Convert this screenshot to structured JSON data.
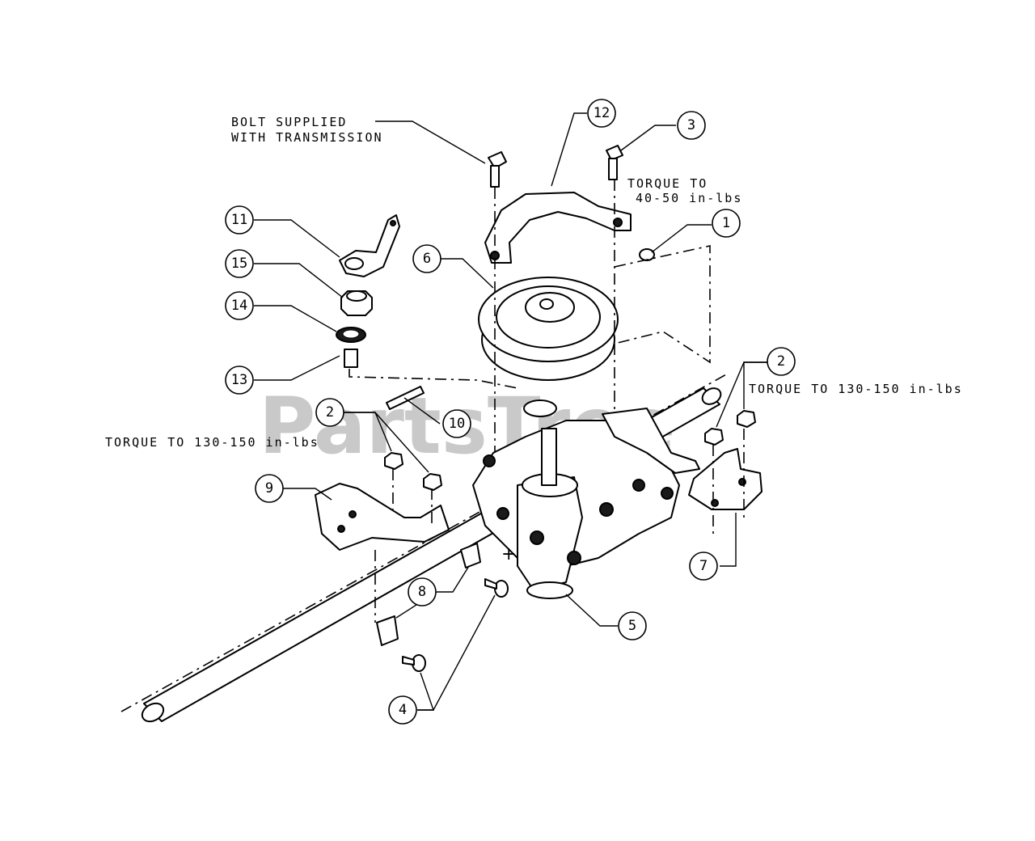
{
  "notes": {
    "bolt_line1": "BOLT SUPPLIED",
    "bolt_line2": "WITH TRANSMISSION",
    "torque_a_line1": "TORQUE TO",
    "torque_a_line2": "40-50 in-lbs",
    "torque_b": "TORQUE TO 130-150 in-lbs",
    "torque_c": "TORQUE TO 130-150 in-lbs"
  },
  "callouts": {
    "c1": "1",
    "c2a": "2",
    "c2b": "2",
    "c3": "3",
    "c4": "4",
    "c5": "5",
    "c6": "6",
    "c7": "7",
    "c8": "8",
    "c9": "9",
    "c10": "10",
    "c11": "11",
    "c12": "12",
    "c13": "13",
    "c14": "14",
    "c15": "15"
  },
  "watermark": "PartsTree"
}
